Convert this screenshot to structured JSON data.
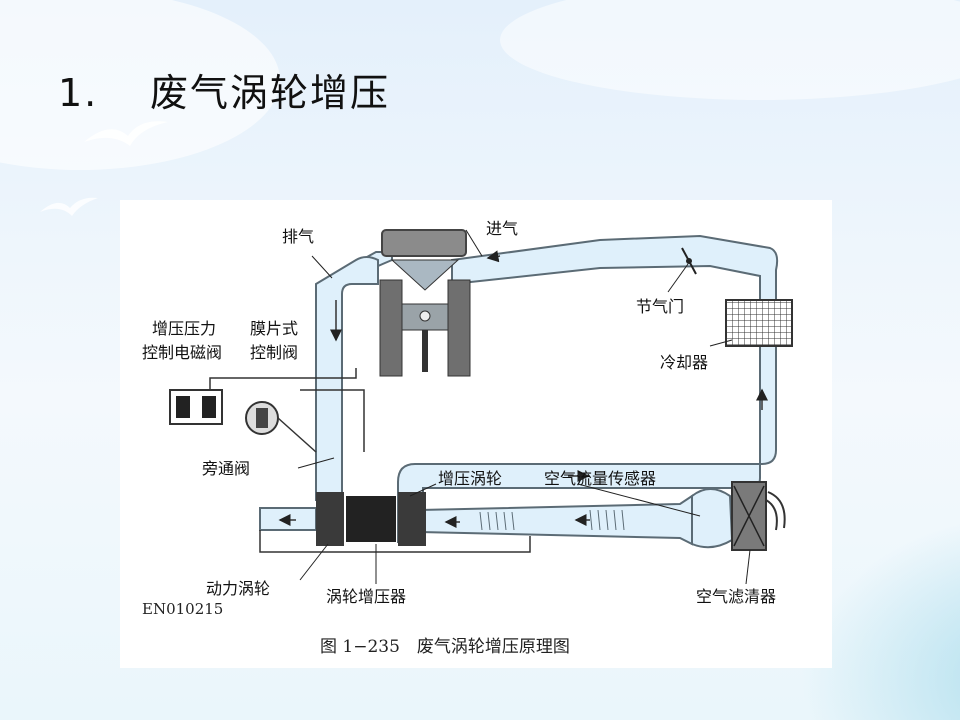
{
  "slide": {
    "title_number": "1.",
    "title_text": "废气涡轮增压"
  },
  "figure": {
    "caption": "图 1−235　废气涡轮增压原理图",
    "code": "EN010215",
    "labels": {
      "exhaust": "排气",
      "intake": "进气",
      "throttle": "节气门",
      "boost_solenoid_1": "增压压力",
      "boost_solenoid_2": "控制电磁阀",
      "diaphragm_valve_1": "膜片式",
      "diaphragm_valve_2": "控制阀",
      "intercooler": "冷却器",
      "bypass_valve": "旁通阀",
      "compressor": "增压涡轮",
      "airflow_sensor": "空气流量传感器",
      "turbine": "动力涡轮",
      "turbocharger": "涡轮增压器",
      "air_filter": "空气滤清器"
    }
  },
  "colors": {
    "pipe_fill": "#dff0fb",
    "pipe_stroke": "#5b6b75",
    "engine_gray": "#6f6f6f",
    "text": "#111111"
  }
}
